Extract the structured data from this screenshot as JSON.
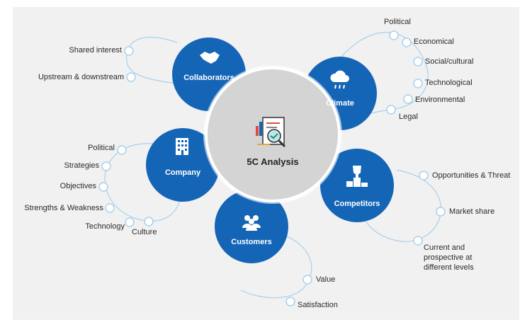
{
  "center": {
    "title": "5C Analysis",
    "icon": "analysis-report-icon"
  },
  "colors": {
    "blue": "#1565b7",
    "center": "#d4d4d4",
    "ring": "#a9d0ec",
    "background": "#f1f1f1"
  },
  "collaborators": {
    "label": "Collaborators",
    "icon": "handshake-icon",
    "items": [
      "Shared interest",
      "Upstream & downstream"
    ]
  },
  "climate": {
    "label": "Climate",
    "icon": "cloud-rain-icon",
    "items": [
      "Political",
      "Economical",
      "Social/cultural",
      "Technological",
      "Environmental",
      "Legal"
    ]
  },
  "company": {
    "label": "Company",
    "icon": "building-icon",
    "items": [
      "Political",
      "Strategies",
      "Objectives",
      "Strengths & Weakness",
      "Technology",
      "Culture"
    ]
  },
  "competitors": {
    "label": "Competitors",
    "icon": "trophy-podium-icon",
    "items": [
      "Opportunities & Threat",
      "Market share",
      "Current and prospective at different levels"
    ]
  },
  "customers": {
    "label": "Customers",
    "icon": "users-icon",
    "items": [
      "Value",
      "Satisfaction"
    ]
  }
}
